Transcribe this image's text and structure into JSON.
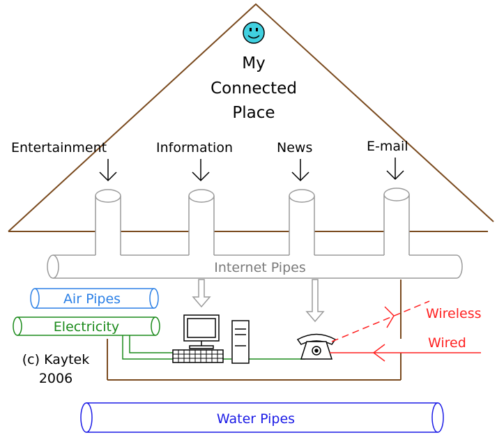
{
  "title": {
    "line1": "My",
    "line2": "Connected",
    "line3": "Place"
  },
  "sources": [
    {
      "label": "Entertainment"
    },
    {
      "label": "Information"
    },
    {
      "label": "News"
    },
    {
      "label": "E-mail"
    }
  ],
  "pipes": {
    "internet": "Internet Pipes",
    "air": "Air Pipes",
    "electricity": "Electricity",
    "water": "Water Pipes"
  },
  "connections": {
    "wireless": "Wireless",
    "wired": "Wired"
  },
  "copyright": {
    "line1": "(c) Kaytek",
    "line2": "2006"
  },
  "colors": {
    "house": "#7a4a1e",
    "internet_pipe": "#9a9a9a",
    "air_pipe": "#2a7fe6",
    "electricity": "#1a8a1a",
    "water_pipe": "#1a1ae6",
    "connection": "#ff2020",
    "smiley": "#40d0e0"
  },
  "icons": [
    "smiley-icon",
    "computer-icon",
    "telephone-icon"
  ]
}
